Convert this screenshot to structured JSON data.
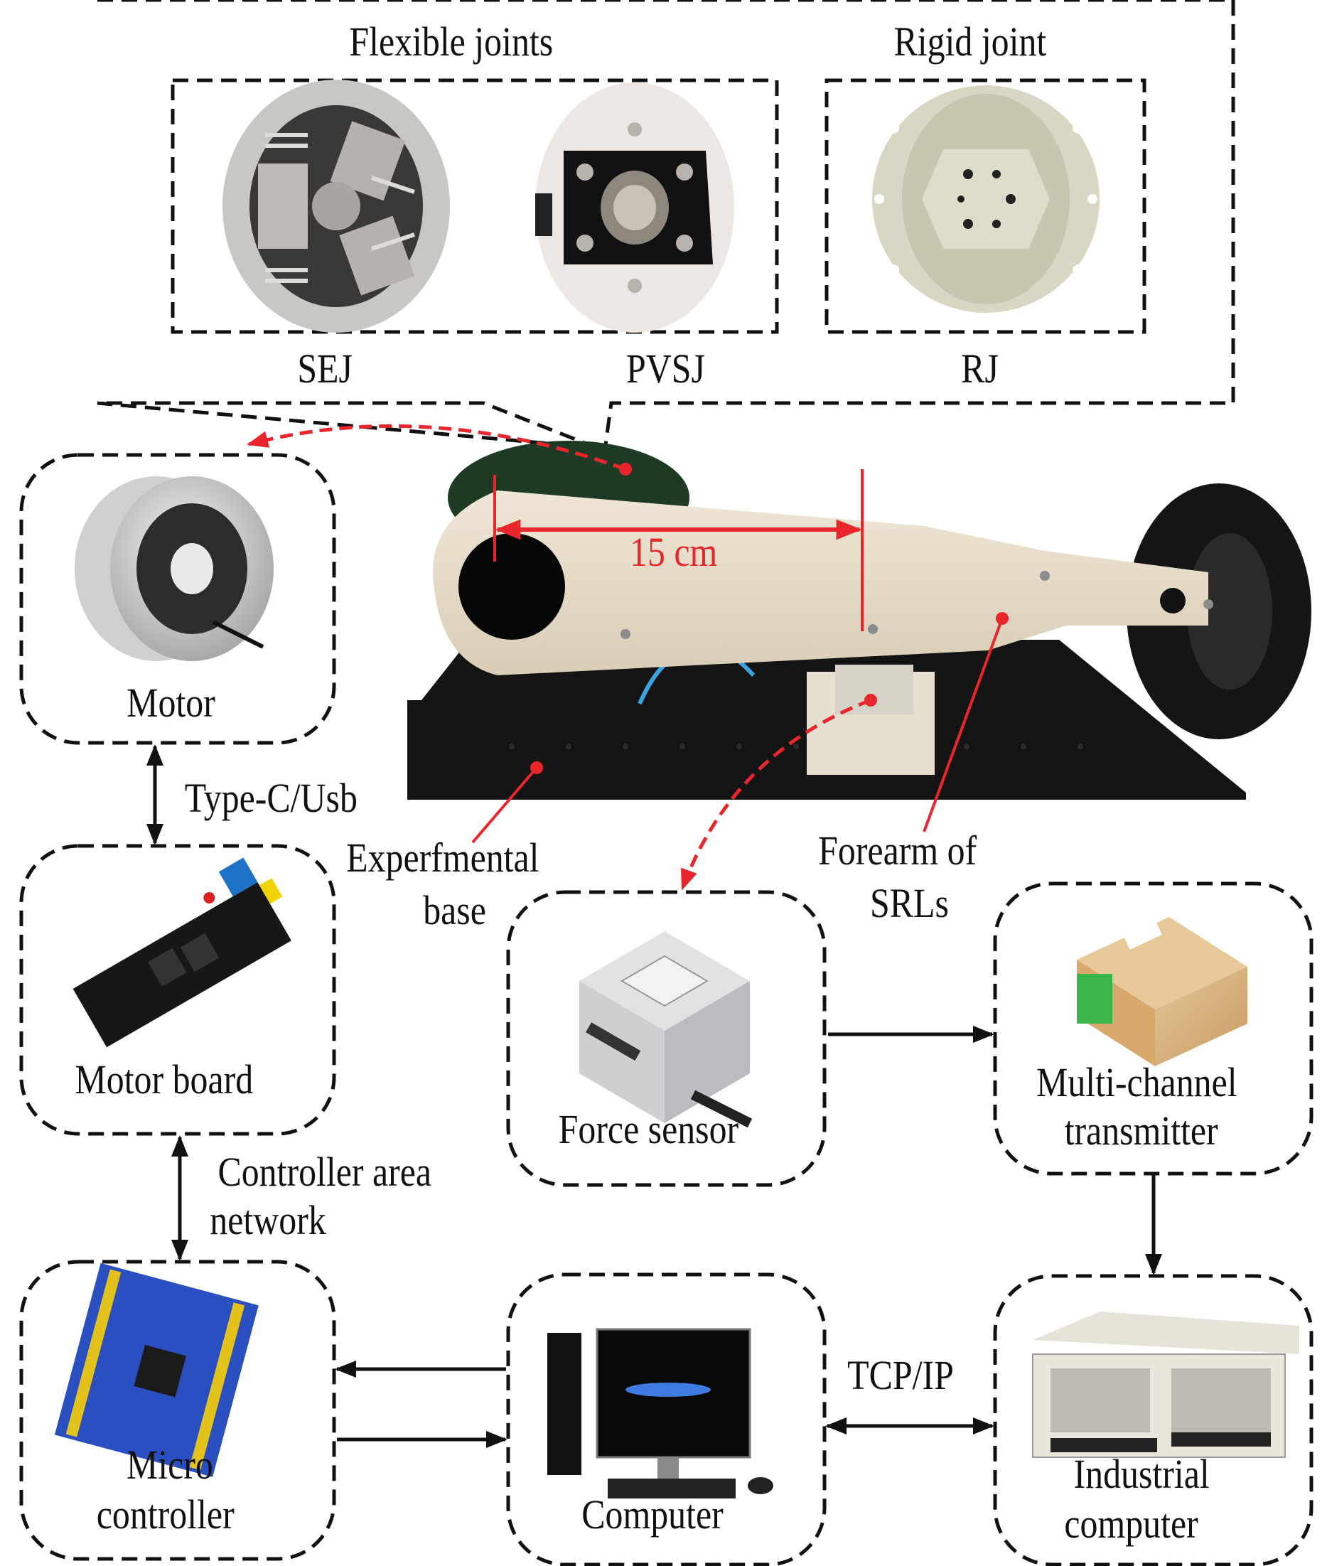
{
  "joints_panel": {
    "flexible_title": "Flexible joints",
    "rigid_title": "Rigid joint",
    "joints": [
      {
        "label": "SEJ"
      },
      {
        "label": "PVSJ"
      },
      {
        "label": "RJ"
      }
    ]
  },
  "robot_photo": {
    "measurement_label": "15 cm",
    "callouts": {
      "base_line1": "Experfmental",
      "base_line2": "base",
      "forearm_line1": "Forearm of",
      "forearm_line2": "SRLs"
    }
  },
  "components": {
    "motor": {
      "label": "Motor"
    },
    "motor_board": {
      "label": "Motor board"
    },
    "micro_controller": {
      "line1": "Micro",
      "line2": "controller"
    },
    "force_sensor": {
      "label": "Force sensor"
    },
    "transmitter": {
      "line1": "Multi-channel",
      "line2": "transmitter"
    },
    "computer": {
      "label": "Computer"
    },
    "industrial": {
      "line1": "Industrial",
      "line2": "computer"
    }
  },
  "connections": {
    "motor_to_board": "Type-C/Usb",
    "board_to_mcu_line1": "Controller area",
    "board_to_mcu_line2": "network",
    "computer_to_industrial": "TCP/IP"
  },
  "colors": {
    "annotation_red": "#e8262b",
    "line_black": "#111111"
  }
}
